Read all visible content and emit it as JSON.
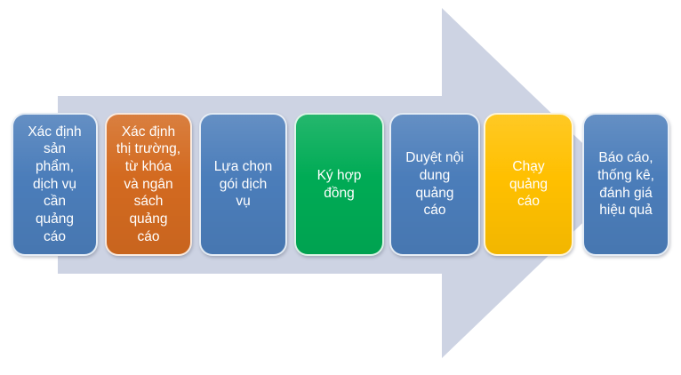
{
  "diagram": {
    "type": "process-arrow",
    "direction": "right",
    "background_color": "#ffffff",
    "arrow_color": "#cdd3e3",
    "steps": [
      {
        "order": 1,
        "color": "#4b7dba",
        "label": "Xác định sản phẩm, dịch vụ cần quảng cáo",
        "display": "Xác định\nsản\nphẩm,\ndịch vụ\ncần\nquảng\ncáo"
      },
      {
        "order": 2,
        "color": "#d36a20",
        "label": "Xác định thị trường, từ khóa và ngân sách quảng cáo",
        "display": "Xác định\nthị trường,\ntừ khóa\nvà ngân\nsách\nquảng\ncáo"
      },
      {
        "order": 3,
        "color": "#4b7dba",
        "label": "Lựa chọn gói dịch vụ",
        "display": "Lựa chọn\ngói dịch\nvụ"
      },
      {
        "order": 4,
        "color": "#00ab55",
        "label": "Ký hợp đồng",
        "display": "Ký hợp\nđồng"
      },
      {
        "order": 5,
        "color": "#4b7dba",
        "label": "Duyệt nội dung quảng cáo",
        "display": "Duyệt nội\ndung\nquảng\ncáo"
      },
      {
        "order": 6,
        "color": "#ffc000",
        "label": "Chạy quảng cáo",
        "display": "Chạy\nquảng\ncáo"
      },
      {
        "order": 7,
        "color": "#4b7dba",
        "label": "Báo cáo, thống kê, đánh giá hiệu quả",
        "display": "Báo cáo,\nthống kê,\nđánh giá\nhiệu quả"
      }
    ]
  }
}
